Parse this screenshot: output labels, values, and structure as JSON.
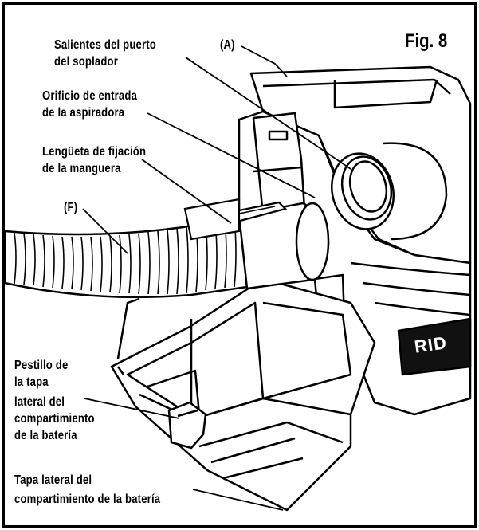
{
  "figure_label": "Fig. 8",
  "brand_text": "RID",
  "callouts": {
    "A": "(A)",
    "F": "(F)",
    "blower_port": [
      "Salientes del puerto",
      "del soplador"
    ],
    "vac_inlet": [
      "Orificio de entrada",
      "de la aspiradora"
    ],
    "hose_tab": [
      "Lengüeta de fijación",
      "de la manguera"
    ],
    "latch": [
      "Pestillo de",
      "la tapa",
      "lateral del",
      "compartimiento",
      "de la batería"
    ],
    "side_cover": [
      "Tapa lateral del",
      "compartimiento de la batería"
    ]
  },
  "colors": {
    "line": "#000000",
    "fill": "#ffffff",
    "brand_band": "#111111"
  }
}
